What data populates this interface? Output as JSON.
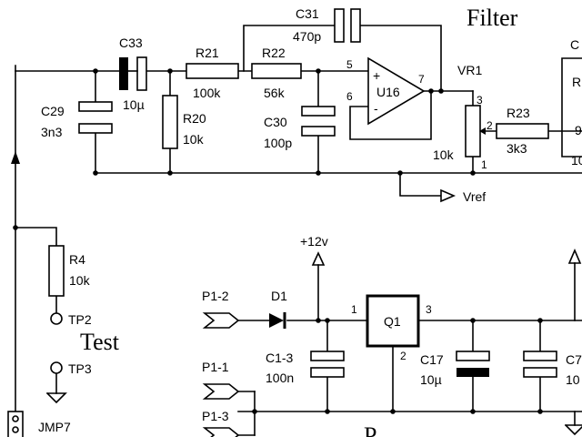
{
  "section_titles": {
    "filter": "Filter",
    "test": "Test",
    "power": "P"
  },
  "components": {
    "c33": {
      "ref": "C33",
      "value": "10µ"
    },
    "c31": {
      "ref": "C31",
      "value": "470p"
    },
    "r21": {
      "ref": "R21",
      "value": "100k"
    },
    "r22": {
      "ref": "R22",
      "value": "56k"
    },
    "c29": {
      "ref": "C29",
      "value": "3n3"
    },
    "r20": {
      "ref": "R20",
      "value": "10k"
    },
    "c30": {
      "ref": "C30",
      "value": "100p"
    },
    "u16": {
      "ref": "U16",
      "pin_plus": "5",
      "pin_minus": "6",
      "pin_out": "7",
      "sign_plus": "+",
      "sign_minus": "-"
    },
    "vr1": {
      "ref": "VR1",
      "value": "10k",
      "pin1": "1",
      "pin2": "2",
      "pin3": "3"
    },
    "r23": {
      "ref": "R23",
      "value": "3k3"
    },
    "r4": {
      "ref": "R4",
      "value": "10k"
    },
    "d1": {
      "ref": "D1"
    },
    "q1": {
      "ref": "Q1",
      "pin1": "1",
      "pin2": "2",
      "pin3": "3"
    },
    "c13": {
      "ref": "C1-3",
      "value": "100n"
    },
    "c17": {
      "ref": "C17",
      "value": "10µ"
    },
    "jmp7": {
      "ref": "JMP7"
    }
  },
  "nets": {
    "vref": "Vref",
    "v12": "+12v",
    "tp2": "TP2",
    "tp3": "TP3",
    "p1_2": "P1-2",
    "p1_1": "P1-1",
    "p1_3": "P1-3"
  },
  "clipped_edge_labels": {
    "top_right_c": "C",
    "right_r": "R",
    "right_9": "9",
    "right_10": "10",
    "right_c7": "C7",
    "right_10b": "10"
  }
}
